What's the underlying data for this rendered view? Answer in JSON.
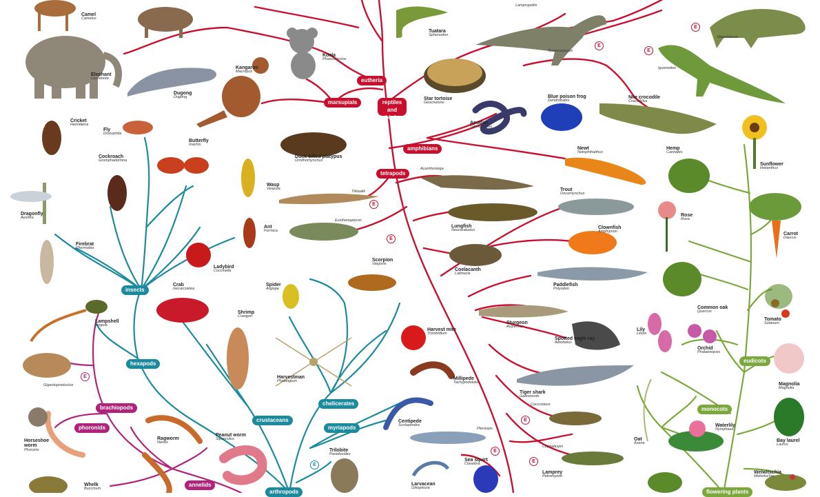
{
  "colors": {
    "vertebrate_branch": "#c8102e",
    "arthropod_branch": "#1a8a9c",
    "lophotrochozoan_branch": "#b0237a",
    "plant_branch": "#7aa83a",
    "background": "#ffffff"
  },
  "clades": {
    "eutheria": "eutheria",
    "marsupials": "marsupials",
    "reptiles_and_birds": "reptiles and birds",
    "amphibians": "amphibians",
    "tetrapods": "tetrapods",
    "insects": "insects",
    "hexapods": "hexapods",
    "crustaceans": "crustaceans",
    "chelicerates": "chelicerates",
    "myriapods": "myriapods",
    "arthropods": "arthropods",
    "brachiopods": "brachiopods",
    "phoronids": "phoronids",
    "annelids": "annelids",
    "eudicots": "eudicots",
    "monocots": "monocots",
    "flowering_plants": "flowering plants"
  },
  "extinct_mark": "E",
  "species": {
    "camel": {
      "name": "Camel",
      "latin": "Camelus"
    },
    "elephant": {
      "name": "Elephant",
      "latin": "Loxodonta"
    },
    "dugong": {
      "name": "Dugong",
      "latin": "Dugong"
    },
    "kangaroo": {
      "name": "Kangaroo",
      "latin": "Macropus"
    },
    "koala": {
      "name": "Koala",
      "latin": "Phascolarctos"
    },
    "tuatara": {
      "name": "Tuatara",
      "latin": "Sphenodon"
    },
    "lampropeltis": {
      "name": "",
      "latin": "Lampropeltis"
    },
    "tyrannosaurus": {
      "name": "",
      "latin": "Tyrannosaurus"
    },
    "stegosaurus": {
      "name": "",
      "latin": "Stegosaurus"
    },
    "iguanodon": {
      "name": "",
      "latin": "Iguanodon"
    },
    "star_tortoise": {
      "name": "Star tortoise",
      "latin": "Geochelone"
    },
    "nile_crocodile": {
      "name": "Nile crocodile",
      "latin": "Crocodylus"
    },
    "blue_poison_frog": {
      "name": "Blue poison frog",
      "latin": "Dendrobates"
    },
    "apodan": {
      "name": "Apodan",
      "latin": "Typhlonectes"
    },
    "newt": {
      "name": "Newt",
      "latin": "Notophthalmus"
    },
    "platypus": {
      "name": "Duck-billed platypus",
      "latin": "Ornithorhynchus"
    },
    "acanthostega": {
      "name": "",
      "latin": "Acanthostega"
    },
    "tiktaalik": {
      "name": "",
      "latin": "Tiktaalik"
    },
    "eusthenopteron": {
      "name": "",
      "latin": "Eusthenopteron"
    },
    "lungfish": {
      "name": "Lungfish",
      "latin": "Neoceratodus"
    },
    "coelacanth": {
      "name": "Coelacanth",
      "latin": "Latimeria"
    },
    "trout": {
      "name": "Trout",
      "latin": "Oncorhynchus"
    },
    "clownfish": {
      "name": "Clownfish",
      "latin": "Amphiprion"
    },
    "paddlefish": {
      "name": "Paddlefish",
      "latin": "Polyodon"
    },
    "sturgeon": {
      "name": "Sturgeon",
      "latin": "Acipenser"
    },
    "eagle_ray": {
      "name": "Spotted eagle ray",
      "latin": "Aetobatus"
    },
    "tiger_shark": {
      "name": "Tiger shark",
      "latin": "Galeocerdo"
    },
    "coccosteus": {
      "name": "",
      "latin": "Coccosteus"
    },
    "cephalaspis": {
      "name": "",
      "latin": "Cephalaspis"
    },
    "lamprey": {
      "name": "Lamprey",
      "latin": "Petromyzon"
    },
    "pteraspis": {
      "name": "",
      "latin": "Pteraspis"
    },
    "sea_squirt": {
      "name": "Sea squirt",
      "latin": "Clavelina"
    },
    "larvacean": {
      "name": "Larvacean",
      "latin": "Oikopleura"
    },
    "cricket": {
      "name": "Cricket",
      "latin": "Hemideina"
    },
    "fly": {
      "name": "Fly",
      "latin": "Drosophila"
    },
    "butterfly": {
      "name": "Butterfly",
      "latin": "Inachis"
    },
    "cockroach": {
      "name": "Cockroach",
      "latin": "Gromphadorhina"
    },
    "wasp": {
      "name": "Wasp",
      "latin": "Vespula"
    },
    "dragonfly": {
      "name": "Dragonfly",
      "latin": "Aeshna"
    },
    "ant": {
      "name": "Ant",
      "latin": "Formica"
    },
    "firebrat": {
      "name": "Firebrat",
      "latin": "Thermobia"
    },
    "ladybird": {
      "name": "Ladybird",
      "latin": "Coccinella"
    },
    "crab": {
      "name": "Crab",
      "latin": "Gecarcoidea"
    },
    "shrimp": {
      "name": "Shrimp",
      "latin": "Crangon"
    },
    "spider": {
      "name": "Spider",
      "latin": "Argiope"
    },
    "scorpion": {
      "name": "Scorpion",
      "latin": "Vaejovis"
    },
    "harvest_mite": {
      "name": "Harvest mite",
      "latin": "Trombidium"
    },
    "harvestman": {
      "name": "Harvestman",
      "latin": "Phalangium"
    },
    "millipede": {
      "name": "Millipede",
      "latin": "Tachypodoiulus"
    },
    "centipede": {
      "name": "Centipede",
      "latin": "Scolopendra"
    },
    "trilobite": {
      "name": "Trilobite",
      "latin": "Paradoxides"
    },
    "lampshell": {
      "name": "Lampshell",
      "latin": "Lingula"
    },
    "gigantoproductus": {
      "name": "",
      "latin": "Gigantoproductus"
    },
    "horseshoe_worm": {
      "name": "Horseshoe worm",
      "latin": "Phoronis"
    },
    "ragworm": {
      "name": "Ragworm",
      "latin": "Nereis"
    },
    "peanut_worm": {
      "name": "Peanut worm",
      "latin": "Sipunculus"
    },
    "whelk": {
      "name": "Whelk",
      "latin": "Buccinum"
    },
    "hemp": {
      "name": "Hemp",
      "latin": "Cannabis"
    },
    "sunflower": {
      "name": "Sunflower",
      "latin": "Helianthus"
    },
    "rose": {
      "name": "Rose",
      "latin": "Rosa"
    },
    "carrot": {
      "name": "Carrot",
      "latin": "Daucus"
    },
    "common_oak": {
      "name": "Common oak",
      "latin": "Quercus"
    },
    "tomato": {
      "name": "Tomato",
      "latin": "Solanum"
    },
    "lily": {
      "name": "Lily",
      "latin": "Lilium"
    },
    "orchid": {
      "name": "Orchid",
      "latin": "Phalaenopsis"
    },
    "magnolia": {
      "name": "Magnolia",
      "latin": "Magnolia"
    },
    "oat": {
      "name": "Oat",
      "latin": "Avena"
    },
    "waterlily": {
      "name": "Waterlily",
      "latin": "Nymphaea"
    },
    "bay_laurel": {
      "name": "Bay laurel",
      "latin": "Laurus"
    },
    "welwitschia": {
      "name": "Welwitschia",
      "latin": "Welwitschia"
    }
  }
}
